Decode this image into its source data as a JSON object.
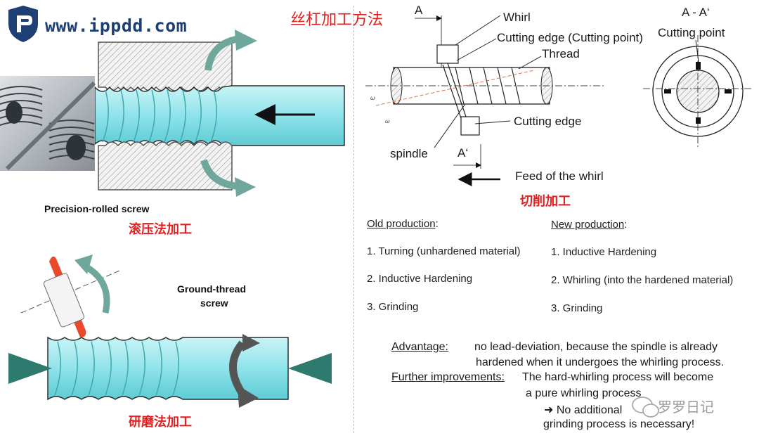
{
  "brand": {
    "site": "www.ippdd.com"
  },
  "header": {
    "title_cn": "丝杠加工方法"
  },
  "left": {
    "rolled": {
      "label": "Precision-rolled screw",
      "label_cn": "滚压法加工"
    },
    "ground": {
      "label_line1": "Ground-thread",
      "label_line2": "screw",
      "label_cn": "研磨法加工"
    }
  },
  "whirl_diagram": {
    "section_a": "A",
    "section_a_prime": "A‘",
    "whirl": "Whirl",
    "cutting_edge_point": "Cutting edge (Cutting point)",
    "thread": "Thread",
    "cutting_edge": "Cutting edge",
    "spindle": "spindle",
    "feed": "Feed of the whirl",
    "section_view": "A - A‘",
    "cutting_point": "Cutting point",
    "label_cn": "切削加工"
  },
  "comparison": {
    "old_heading": "Old production",
    "old_items": [
      "1. Turning (unhardened material)",
      "2. Inductive Hardening",
      "3. Grinding"
    ],
    "new_heading": "New production",
    "new_items": [
      "1. Inductive Hardening",
      "2. Whirling (into the hardened material)",
      "3. Grinding"
    ],
    "colon": ":"
  },
  "notes": {
    "advantage_label": "Advantage:",
    "advantage_line1": "no lead-deviation, because the spindle is already",
    "advantage_line2": "hardened when it undergoes the whirling process.",
    "further_label": "Further improvements:",
    "further_line1": "The hard-whirling process will become",
    "further_line2": "a pure whirling process",
    "further_line3": "➜ No additional",
    "further_line4": "grinding process is necessary!"
  },
  "watermark": {
    "text": "罗罗日记"
  },
  "colors": {
    "screw": "#9fe8ee",
    "screw_dark": "#4ec3cc",
    "arrow": "#6fa79c",
    "red": "#e02020",
    "brand": "#1d3f73"
  }
}
